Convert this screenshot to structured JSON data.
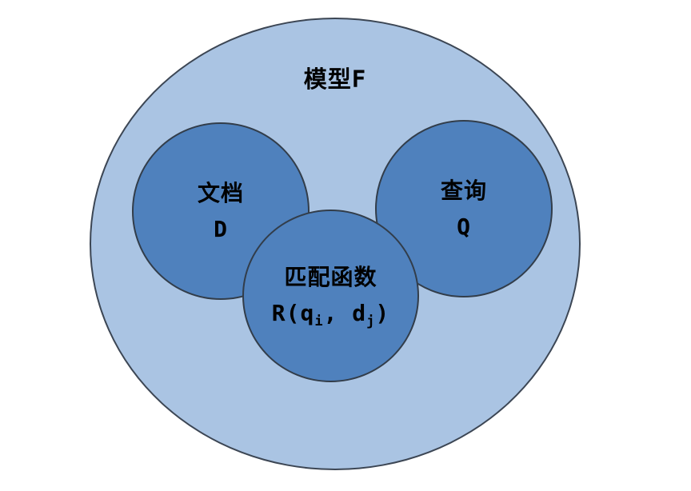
{
  "diagram": {
    "title_note": "Venn-style diagram of a retrieval matching model",
    "outer": {
      "label": "模型F"
    },
    "circles": {
      "document": {
        "line1": "文档",
        "line2": "D"
      },
      "query": {
        "line1": "查询",
        "line2": "Q"
      },
      "match": {
        "line1": "匹配函数",
        "formula": {
          "open": "R(q",
          "sub1": "i",
          "mid": ", d",
          "sub2": "j",
          "close": ")"
        }
      }
    },
    "colors": {
      "background": "#ffffff",
      "outer_fill": "#aac4e3",
      "inner_fill": "#4f81bd",
      "stroke": "#3c4654",
      "text": "#000000"
    }
  }
}
